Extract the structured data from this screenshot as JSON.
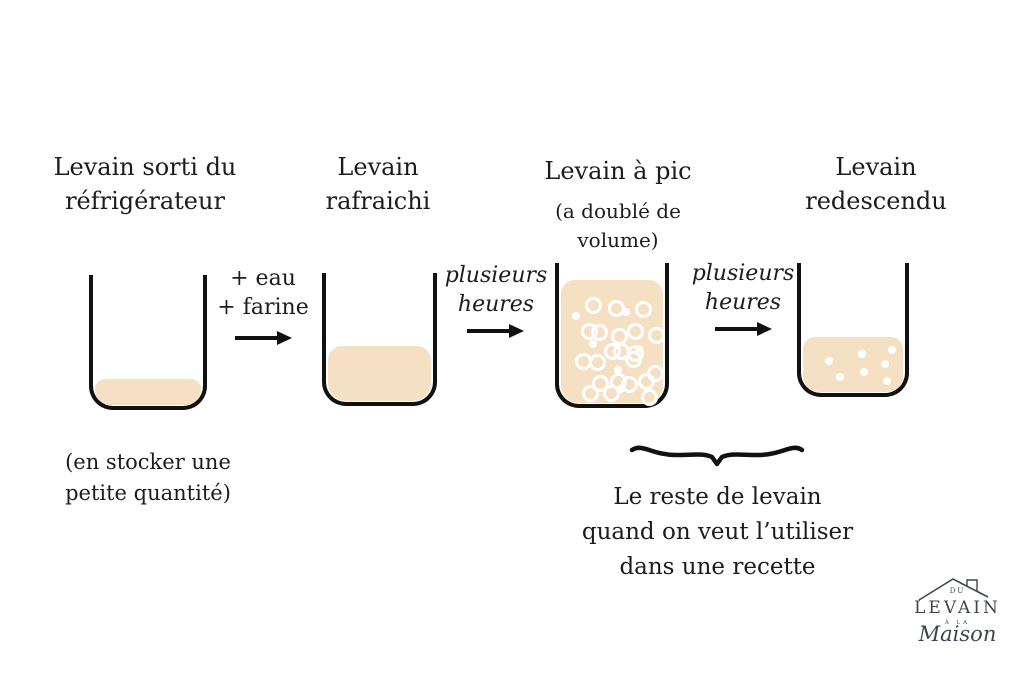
{
  "colors": {
    "text": "#1c1c1c",
    "jar_outline": "#111111",
    "dough": "#f6e0c3",
    "bubble": "#ffffff",
    "logo": "#3f4450"
  },
  "stages": [
    {
      "id": "fridge",
      "title_lines": [
        "Levain sorti du",
        "réfrigérateur"
      ],
      "caption_lines": [
        "(en stocker une",
        "petite quantité)"
      ]
    },
    {
      "id": "refreshed",
      "title_lines": [
        "Levain",
        "rafraichi"
      ]
    },
    {
      "id": "peak",
      "title_lines": [
        "Levain à pic"
      ],
      "subtitle_lines": [
        "(a doublé de",
        "volume)"
      ]
    },
    {
      "id": "fallen",
      "title_lines": [
        "Levain",
        "redescendu"
      ]
    }
  ],
  "arrows": [
    {
      "label_lines": [
        "+ eau",
        "+ farine"
      ],
      "style": "normal"
    },
    {
      "label_lines": [
        "plusieurs",
        "heures"
      ],
      "style": "italic"
    },
    {
      "label_lines": [
        "plusieurs",
        "heures"
      ],
      "style": "italic"
    }
  ],
  "brace_caption_lines": [
    "Le reste de levain",
    "quand on veut l’utiliser",
    "dans une recette"
  ],
  "logo": {
    "line1": "DU",
    "line2": "LEVAIN",
    "line3": "À LA",
    "line4": "Maison"
  },
  "jars": [
    {
      "name": "jar-fridge",
      "fill": "low",
      "bubbles": []
    },
    {
      "name": "jar-refreshed",
      "fill": "medium",
      "bubbles": []
    },
    {
      "name": "jar-peak",
      "fill": "full",
      "bubbles": [
        {
          "x": 24,
          "y": 14,
          "type": "ring"
        },
        {
          "x": 46,
          "y": 16,
          "type": "ring"
        },
        {
          "x": 73,
          "y": 17,
          "type": "ring"
        },
        {
          "x": 20,
          "y": 35,
          "type": "ring"
        },
        {
          "x": 29,
          "y": 36,
          "type": "ring"
        },
        {
          "x": 49,
          "y": 39,
          "type": "ring"
        },
        {
          "x": 65,
          "y": 35,
          "type": "ring"
        },
        {
          "x": 85,
          "y": 38,
          "type": "ring"
        },
        {
          "x": 42,
          "y": 51,
          "type": "ring"
        },
        {
          "x": 51,
          "y": 51,
          "type": "ring"
        },
        {
          "x": 65,
          "y": 53,
          "type": "ring"
        },
        {
          "x": 14,
          "y": 59,
          "type": "ring"
        },
        {
          "x": 27,
          "y": 60,
          "type": "ring"
        },
        {
          "x": 63,
          "y": 58,
          "type": "ring"
        },
        {
          "x": 84,
          "y": 69,
          "type": "ring"
        },
        {
          "x": 30,
          "y": 77,
          "type": "ring"
        },
        {
          "x": 48,
          "y": 76,
          "type": "ring"
        },
        {
          "x": 59,
          "y": 78,
          "type": "ring"
        },
        {
          "x": 75,
          "y": 76,
          "type": "ring"
        },
        {
          "x": 21,
          "y": 85,
          "type": "ring"
        },
        {
          "x": 41,
          "y": 85,
          "type": "ring"
        },
        {
          "x": 78,
          "y": 89,
          "type": "ring"
        },
        {
          "x": 11,
          "y": 26,
          "type": "dot"
        },
        {
          "x": 60,
          "y": 23,
          "type": "dot"
        },
        {
          "x": 27,
          "y": 49,
          "type": "dot"
        },
        {
          "x": 52,
          "y": 70,
          "type": "dot"
        },
        {
          "x": 55,
          "y": 85,
          "type": "dot"
        },
        {
          "x": 73,
          "y": 53,
          "type": "dot"
        }
      ]
    },
    {
      "name": "jar-fallen",
      "fill": "medium",
      "bubbles": [
        {
          "x": 22,
          "y": 36,
          "type": "dot"
        },
        {
          "x": 55,
          "y": 24,
          "type": "dot"
        },
        {
          "x": 85,
          "y": 16,
          "type": "dot"
        },
        {
          "x": 78,
          "y": 41,
          "type": "dot"
        },
        {
          "x": 57,
          "y": 57,
          "type": "dot"
        },
        {
          "x": 33,
          "y": 66,
          "type": "dot"
        },
        {
          "x": 80,
          "y": 72,
          "type": "dot"
        }
      ]
    }
  ]
}
